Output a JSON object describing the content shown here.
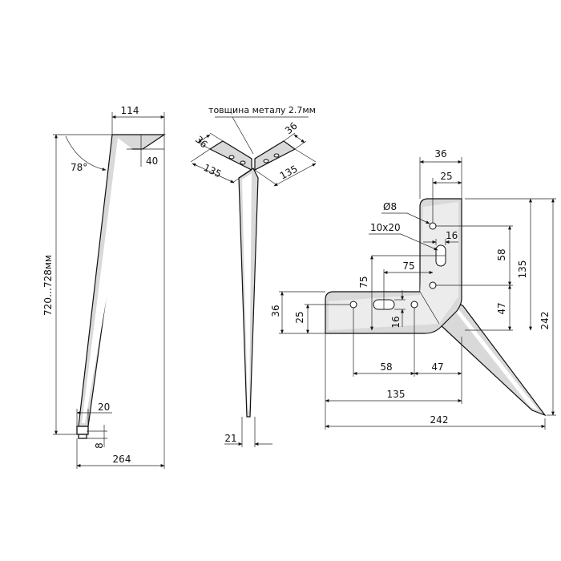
{
  "colors": {
    "line": "#111111",
    "fill": "#d9d9d9",
    "background": "#ffffff"
  },
  "side_view": {
    "top_width": "114",
    "angle": "78°",
    "flange_height": "40",
    "height": "720…728мм",
    "foot_width": "20",
    "foot_height": "8",
    "total_width": "264"
  },
  "front_view": {
    "thickness_note": "товщина металу 2.7мм",
    "left_width": "36",
    "right_width": "36",
    "left_length": "135",
    "right_length": "135",
    "tip_width": "21"
  },
  "plate_view": {
    "top_36": "36",
    "top_25": "25",
    "hole_label": "Ø8",
    "slot_label": "10x20",
    "dim_16_top": "16",
    "dim_58_right": "58",
    "dim_135_right": "135",
    "dim_75_top": "75",
    "dim_75_left": "75",
    "dim_47_right": "47",
    "dim_242_right": "242",
    "dim_36_left": "36",
    "dim_25_left": "25",
    "dim_16_bottom": "16",
    "dim_58_bottom": "58",
    "dim_47_bottom": "47",
    "dim_135_bottom": "135",
    "dim_242_bottom": "242"
  }
}
